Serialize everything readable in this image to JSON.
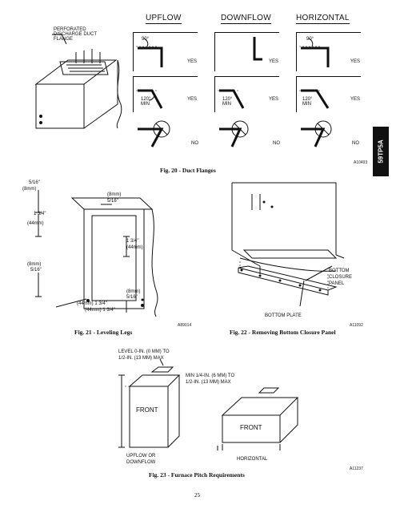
{
  "fig20": {
    "headers": [
      "UPFLOW",
      "DOWNFLOW",
      "HORIZONTAL"
    ],
    "perforated_label": [
      "PERFORATED",
      "DISCHARGE DUCT",
      "FLANGE"
    ],
    "angle_90": "90°",
    "angle_120": "120°",
    "min": "MIN",
    "yes": "YES",
    "no": "NO",
    "code": "A10493",
    "caption": "Fig. 20 - Duct Flanges"
  },
  "side_tab": "59TP5A",
  "fig21": {
    "dim_top_frac": "5/16\"",
    "dim_top_mm": "(8mm)",
    "dim_left_in": "1 3/4\"",
    "dim_left_mm": "(44mm)",
    "dim_mid_in": "1 3/4\"",
    "dim_mid_mm": "(44mm)",
    "dim_tr_mm": "(8mm)",
    "dim_tr_frac": "5/16\"",
    "dim_bl_mm": "(8mm)",
    "dim_bl_frac": "5/16\"",
    "dim_br_mm": "(8mm)",
    "dim_br_frac": "5/16\"",
    "dim_bot1": "(44mm) 1 3/4\"",
    "dim_bot2": "(44mm) 1 3/4\"",
    "code": "A89014",
    "caption": "Fig. 21 - Leveling Legs"
  },
  "fig22": {
    "closure_label": [
      "BOTTOM",
      "CLOSURE",
      "PANEL"
    ],
    "plate_label": "BOTTOM PLATE",
    "code": "A11092",
    "caption": "Fig. 22 - Removing Bottom Closure Panel"
  },
  "fig23": {
    "level_label": [
      "LEVEL 0-IN. (0 MM) TO",
      "1/2-IN. (13 MM) MAX"
    ],
    "min_label": [
      "MIN 1/4-IN. (6 MM) TO",
      "1/2-IN. (13 MM) MAX"
    ],
    "front_left": "FRONT",
    "front_right": "FRONT",
    "upflow_label": [
      "UPFLOW OR",
      "DOWNFLOW"
    ],
    "horizontal_label": "HORIZONTAL",
    "code": "A11237",
    "caption": "Fig. 23 - Furnace Pitch Requirements"
  },
  "page_number": "25"
}
